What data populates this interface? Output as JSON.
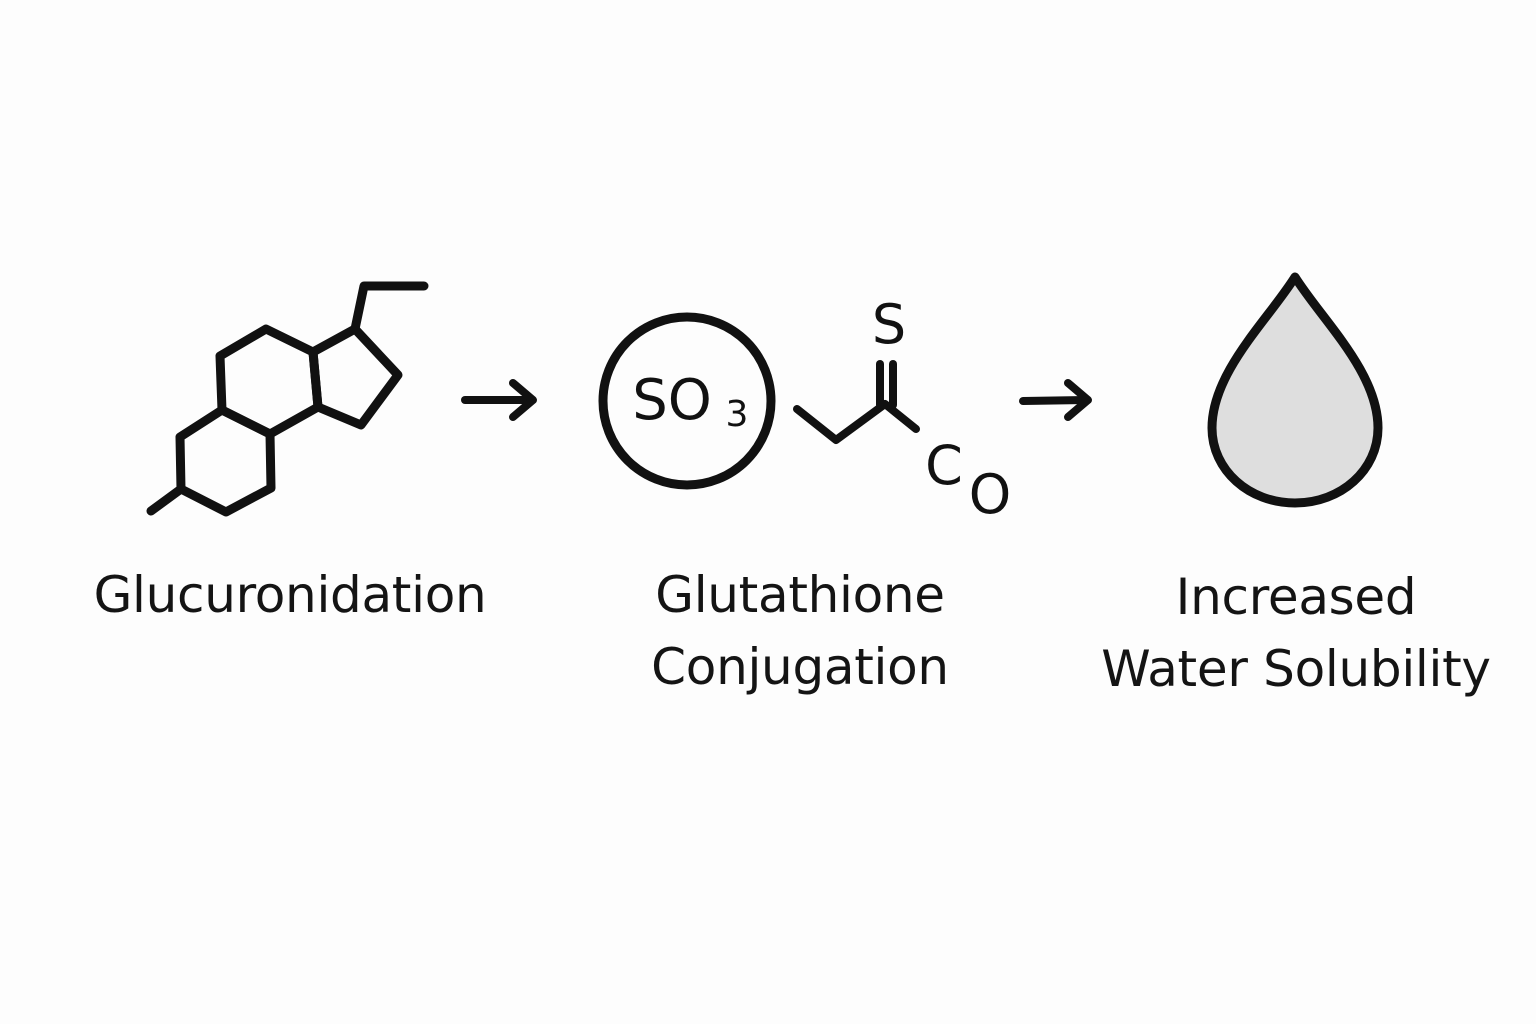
{
  "steps": [
    {
      "label": "Glucuronidation",
      "icon": "steroid-molecule-icon"
    },
    {
      "label_line1": "Glutathione",
      "label_line2": "Conjugation",
      "icon": "sulfate-conjugate-icon"
    },
    {
      "label_line1": "Increased",
      "label_line2": "Water Solubility",
      "icon": "water-drop-icon"
    }
  ],
  "chemistry": {
    "sulfate_group": "SO",
    "sulfate_subscript": "3",
    "sulfur_atom": "S",
    "carbon_atom": "C",
    "oxygen_atom": "O"
  },
  "colors": {
    "stroke": "#111111",
    "drop_fill": "#dedede",
    "background": "#fdfdfd"
  }
}
